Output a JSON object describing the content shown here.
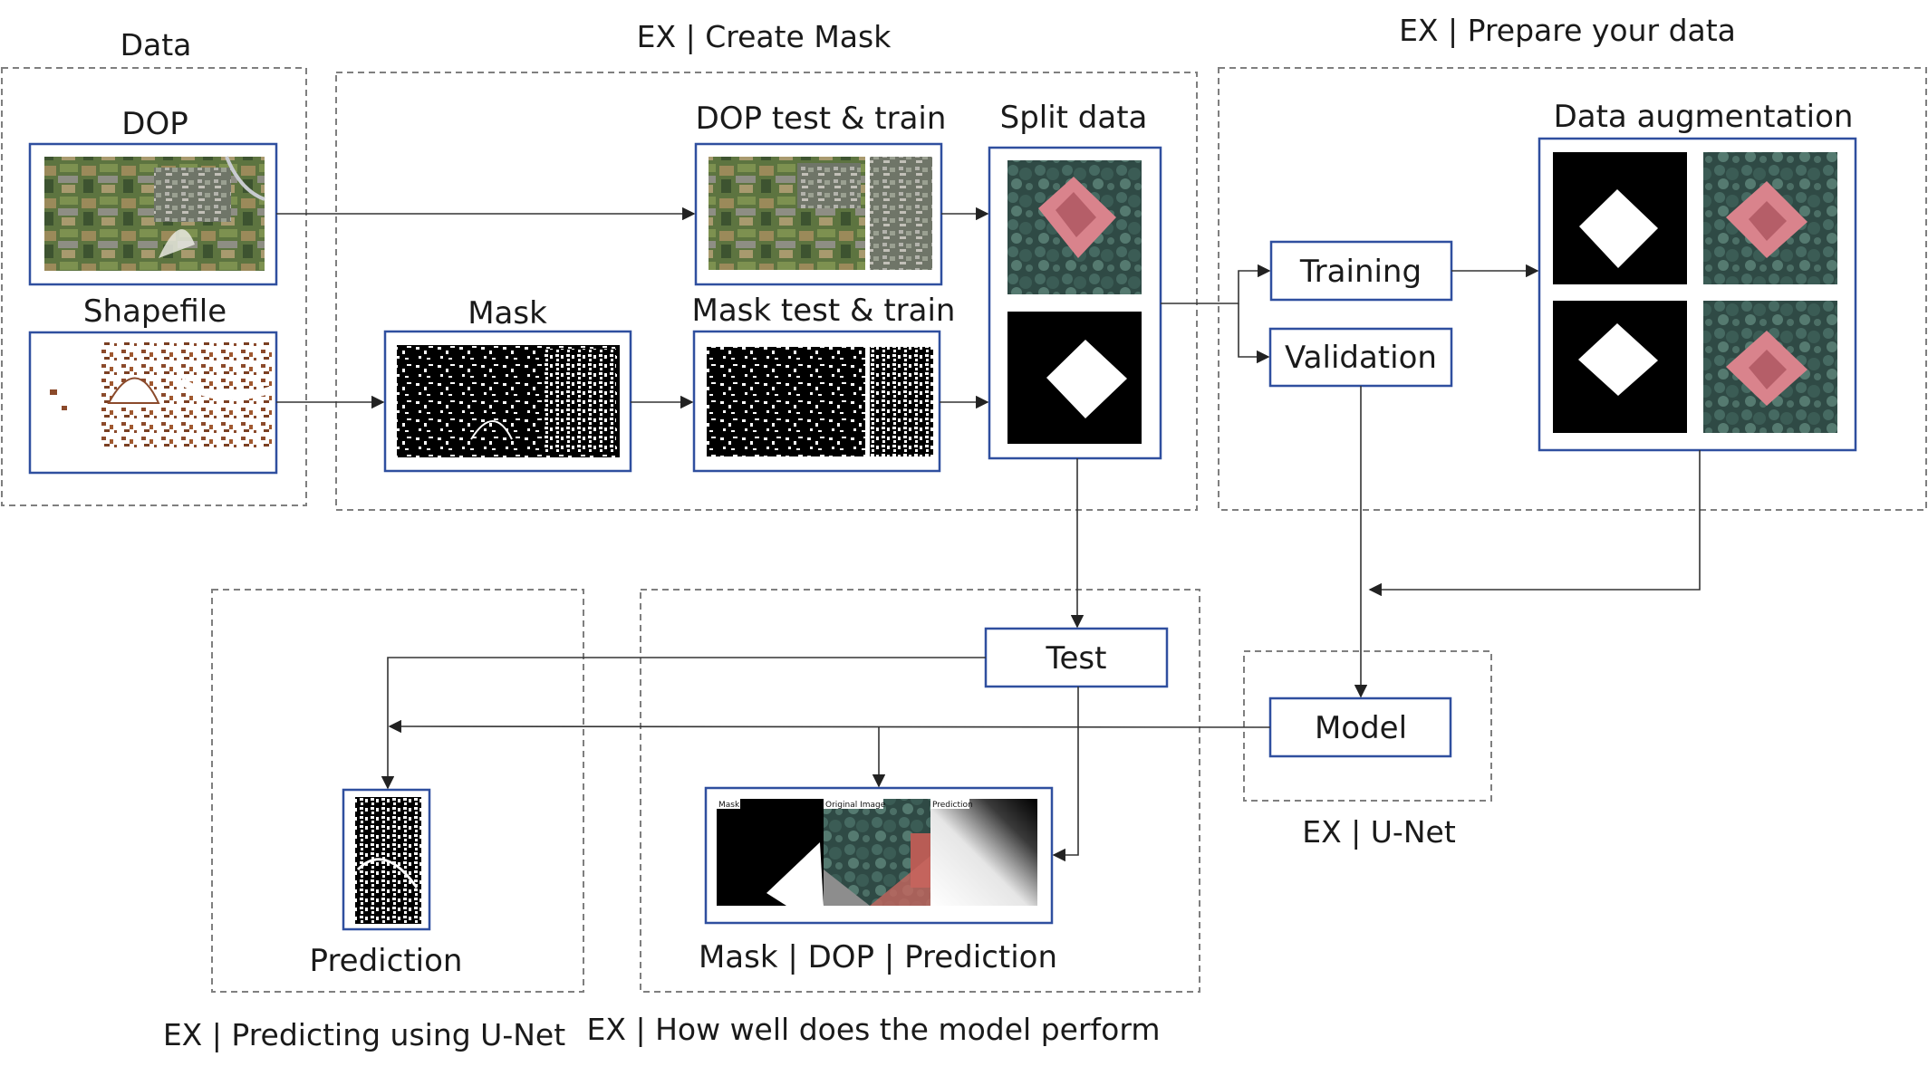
{
  "sections": {
    "data": "Data",
    "create_mask": "EX | Create Mask",
    "prepare_data": "EX | Prepare your data",
    "unet": "EX | U-Net",
    "predicting": "EX | Predicting using U-Net",
    "performance": "EX | How well does the model perform"
  },
  "images": {
    "dop": "DOP",
    "shapefile": "Shapefile",
    "mask": "Mask",
    "dop_split": "DOP test & train",
    "mask_split": "Mask test & train",
    "split_data": "Split data",
    "augmentation": "Data augmentation",
    "prediction": "Prediction",
    "comparison": "Mask  |  DOP  |  Prediction"
  },
  "comparison_panels": [
    "Mask",
    "Original Image",
    "Prediction"
  ],
  "steps": {
    "training": "Training",
    "validation": "Validation",
    "test": "Test",
    "model": "Model"
  },
  "colors": {
    "frame_border": "#2f4f9f",
    "dashed_group": "#7f7f7f",
    "roof_pink": "#d9838c",
    "vegetation": "#4f6b3a",
    "shapefile_buildings": "#8b4a2b"
  }
}
